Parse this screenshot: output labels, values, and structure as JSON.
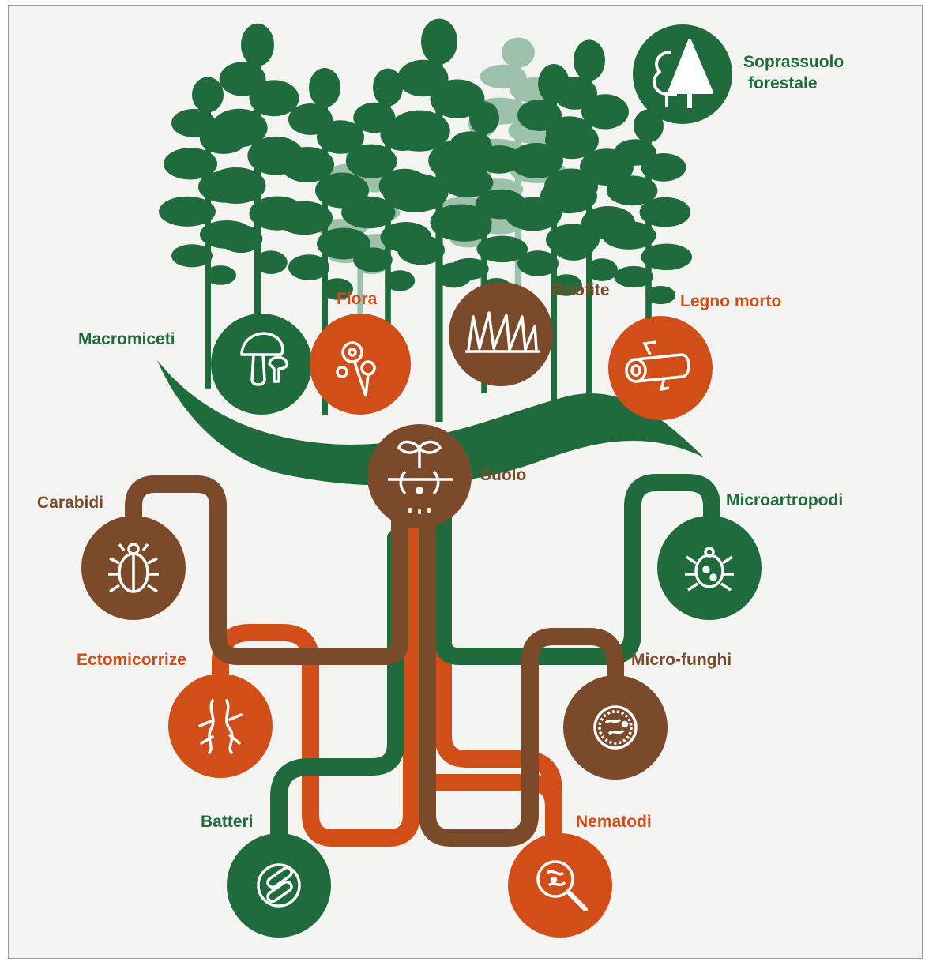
{
  "colors": {
    "green": "#1f6b3b",
    "light_green": "#8fb9a0",
    "brown": "#7a4a2b",
    "orange": "#d14e19",
    "background": "#f3f3f1",
    "icon_white": "#ffffff"
  },
  "nodes": {
    "soprassuolo": {
      "label_line1": "Soprassuolo",
      "label_line2": "forestale",
      "icon": "trees-icon",
      "color": "green"
    },
    "macromiceti": {
      "label": "Macromiceti",
      "icon": "mushroom-icon",
      "color": "green"
    },
    "flora": {
      "label": "Flora",
      "icon": "flower-icon",
      "color": "orange"
    },
    "briofite": {
      "label": "Briofite",
      "icon": "moss-icon",
      "color": "brown"
    },
    "legno_morto": {
      "label": "Legno morto",
      "icon": "log-icon",
      "color": "orange"
    },
    "suolo": {
      "label": "Suolo",
      "icon": "soil-sprout-icon",
      "color": "brown"
    },
    "carabidi": {
      "label": "Carabidi",
      "icon": "beetle-icon",
      "color": "brown"
    },
    "microartropodi": {
      "label": "Microartropodi",
      "icon": "mite-icon",
      "color": "green"
    },
    "ectomicorrize": {
      "label": "Ectomicorrize",
      "icon": "roots-icon",
      "color": "orange"
    },
    "micro_funghi": {
      "label": "Micro-funghi",
      "icon": "petri-dish-icon",
      "color": "brown"
    },
    "batteri": {
      "label": "Batteri",
      "icon": "bacteria-icon",
      "color": "green"
    },
    "nematodi": {
      "label": "Nematodi",
      "icon": "magnifier-icon",
      "color": "orange"
    }
  }
}
